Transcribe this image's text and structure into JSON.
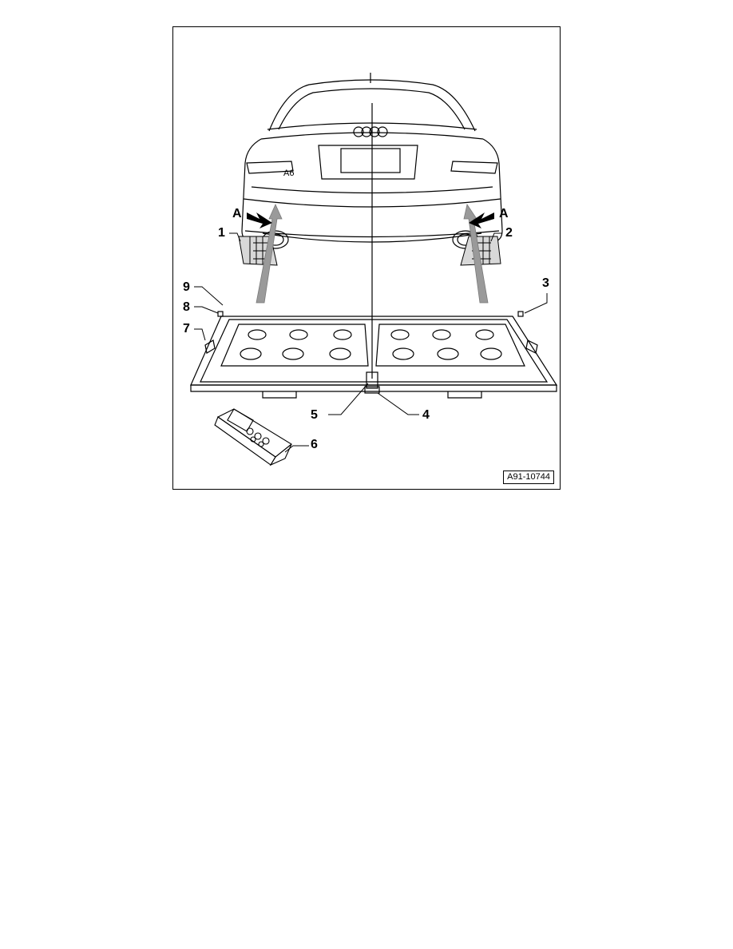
{
  "figure": {
    "id_label": "A91-10744",
    "brand_badge": "A6",
    "callouts": {
      "c1": "1",
      "c2": "2",
      "c3": "3",
      "c4": "4",
      "c5": "5",
      "c6": "6",
      "c7": "7",
      "c8": "8",
      "c9": "9",
      "a_left": "A",
      "a_right": "A"
    },
    "colors": {
      "line": "#000000",
      "fill_gray": "#b0b0b0",
      "arrow_gray": "#9a9a9a",
      "pad_fill": "#d8d8d8"
    }
  }
}
